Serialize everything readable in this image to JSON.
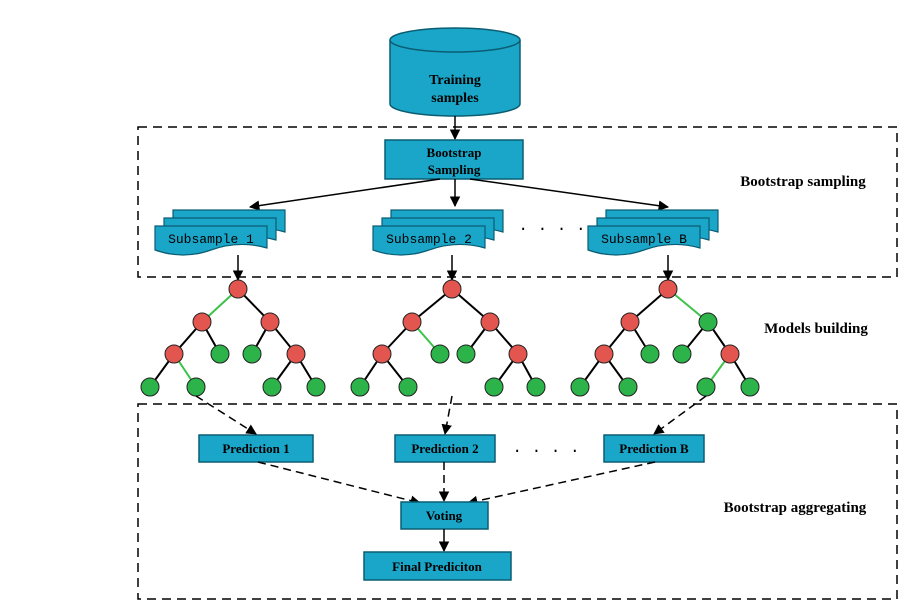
{
  "source": {
    "line1": "Training",
    "line2": "samples"
  },
  "bootstrap_box": {
    "line1": "Bootstrap",
    "line2": "Sampling"
  },
  "sections": {
    "sampling": "Bootstrap sampling",
    "models": "Models building",
    "aggregating": "Bootstrap aggregating"
  },
  "subsamples": [
    "Subsample 1",
    "Subsample 2",
    "Subsample B"
  ],
  "predictions": [
    "Prediction 1",
    "Prediction 2",
    "Prediction B"
  ],
  "ellipsis_top": "· · · ·",
  "ellipsis_bottom": "· · · ·",
  "voting": "Voting",
  "final": "Final Prediciton",
  "colors": {
    "box_fill": "#1aa6c8",
    "box_stroke": "#0b5d73",
    "node_red": "#e2564f",
    "node_green": "#2cb34a",
    "edge_dark": "#000000",
    "edge_green": "#3cc24a"
  }
}
